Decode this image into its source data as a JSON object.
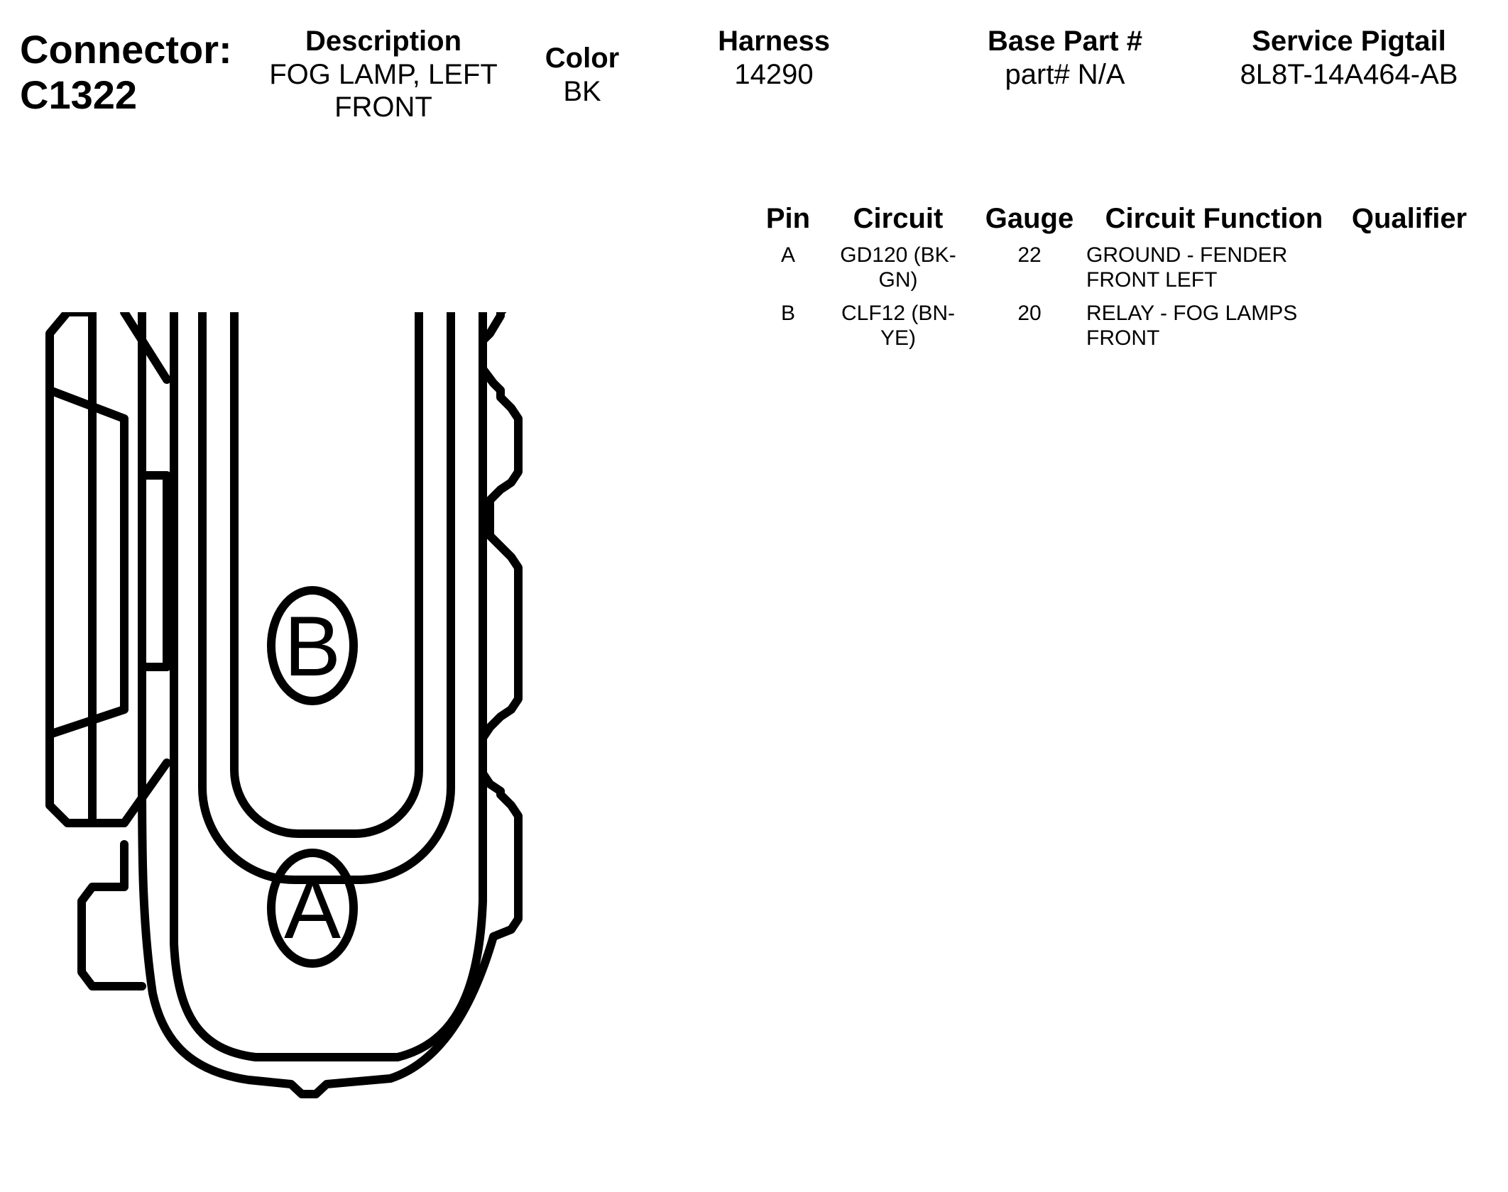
{
  "connector": {
    "label": "Connector:",
    "id": "C1322"
  },
  "header": {
    "description_label": "Description",
    "description_value": "FOG LAMP, LEFT FRONT",
    "color_label": "Color",
    "color_value": "BK",
    "harness_label": "Harness",
    "harness_value": "14290",
    "base_part_label": "Base Part #",
    "base_part_value": "part# N/A",
    "pigtail_label": "Service Pigtail",
    "pigtail_value": "8L8T-14A464-AB"
  },
  "pin_table": {
    "columns": [
      "Pin",
      "Circuit",
      "Gauge",
      "Circuit Function",
      "Qualifier"
    ],
    "rows": [
      {
        "pin": "A",
        "circuit": "GD120 (BK-GN)",
        "gauge": "22",
        "function": "GROUND - FENDER FRONT LEFT",
        "qualifier": ""
      },
      {
        "pin": "B",
        "circuit": "CLF12 (BN-YE)",
        "gauge": "20",
        "function": "RELAY - FOG LAMPS FRONT",
        "qualifier": ""
      }
    ]
  },
  "diagram": {
    "pin_labels": [
      "B",
      "A"
    ]
  }
}
